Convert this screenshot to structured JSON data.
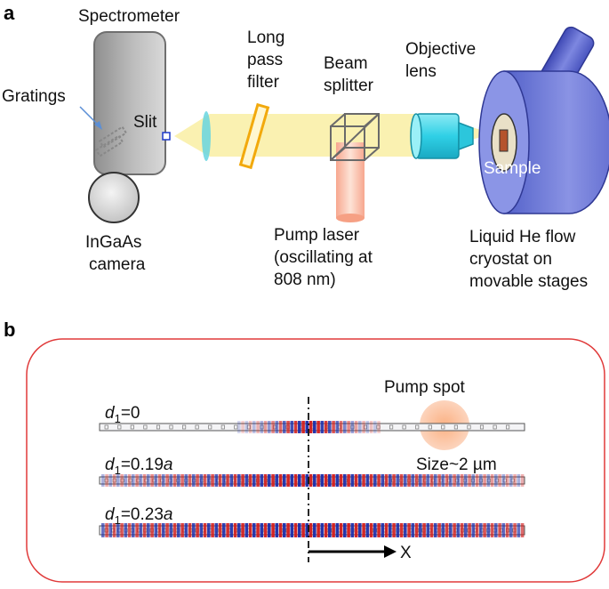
{
  "panel_a": {
    "letter": "a",
    "spectrometer": "Spectrometer",
    "gratings": "Gratings",
    "slit": "Slit",
    "camera": [
      "InGaAs",
      "camera"
    ],
    "filter": [
      "Long",
      "pass",
      "filter"
    ],
    "splitter": [
      "Beam",
      "splitter"
    ],
    "objective": [
      "Objective",
      "lens"
    ],
    "sample": "Sample",
    "pump_laser": [
      "Pump laser",
      "(oscillating at",
      "808 nm)"
    ],
    "cryostat": [
      "Liquid He flow",
      "cryostat on",
      "movable stages"
    ]
  },
  "panel_b": {
    "letter": "b",
    "pump_spot": "Pump spot",
    "size": "Size~2 µm",
    "axis": "X",
    "rows": [
      {
        "prefix": "d",
        "sub": "1",
        "eq": "=0",
        "italic_suffix": "",
        "spread": 0.09,
        "holes": 32
      },
      {
        "prefix": "d",
        "sub": "1",
        "eq": "=0.19",
        "italic_suffix": "a",
        "spread": 0.55,
        "holes": 52
      },
      {
        "prefix": "d",
        "sub": "1",
        "eq": "=0.23",
        "italic_suffix": "a",
        "spread": 1.0,
        "holes": 64
      }
    ]
  },
  "colors": {
    "beam": "#f9efa8",
    "filter": "#f2a90c",
    "lens": "#66d5e0",
    "objective": "#3fd3e8",
    "cryostat": "#6d78db",
    "frame": "#e03a3a",
    "mode_red": "#d01a1a",
    "mode_blue": "#1a2aa8"
  }
}
